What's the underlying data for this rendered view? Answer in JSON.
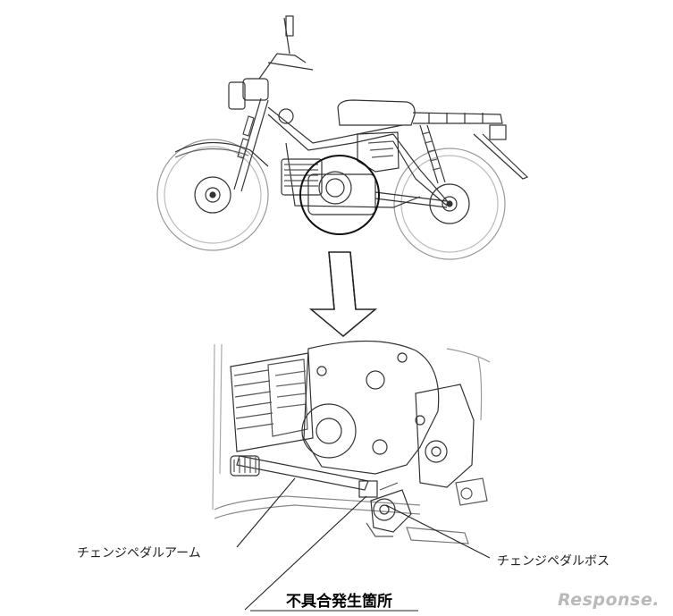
{
  "labels": {
    "change_pedal_arm": "チェンジペダルアーム",
    "change_pedal_boss": "チェンジペダルボス",
    "defect_location": "不具合発生箇所"
  },
  "watermark": {
    "text": "Response."
  },
  "colors": {
    "line": "#333333",
    "light_line": "#9a9a9a",
    "watermark": "#b9b9b9"
  }
}
